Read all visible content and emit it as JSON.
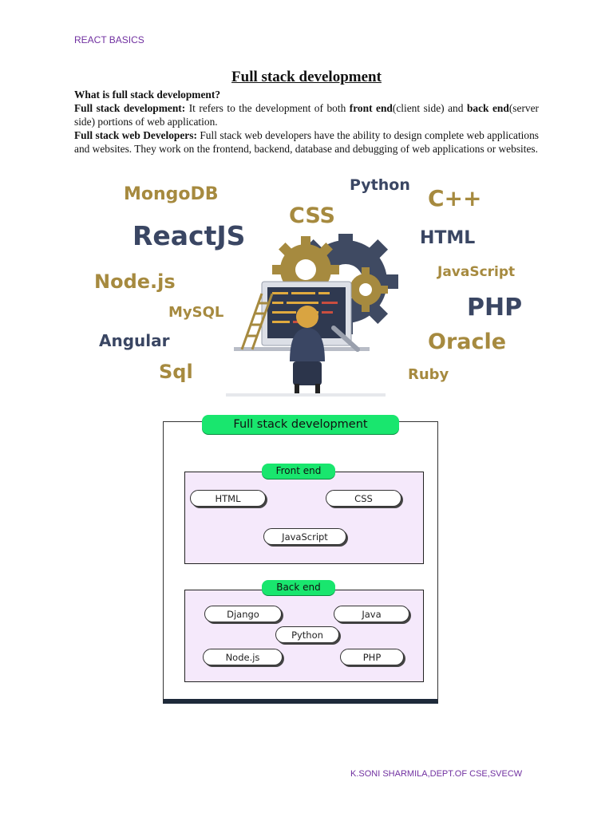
{
  "header": {
    "label": "REACT BASICS"
  },
  "title": "Full stack development",
  "intro": {
    "question": "What is full stack development?",
    "definition": {
      "term": "Full stack development:",
      "part1": " It refers to the development of both ",
      "front_end": "front end",
      "part2": "(client side) and ",
      "back_end": "back end",
      "part3": "(server side) portions of web application."
    },
    "developers": {
      "term": "Full stack web Developers:",
      "text": " Full stack web developers have the ability to design complete web applications and websites. They work on the frontend, backend, database and debugging of web applications or websites."
    }
  },
  "illustration": {
    "technologies": [
      {
        "label": "MongoDB",
        "tone": "gold"
      },
      {
        "label": "Python",
        "tone": "navy"
      },
      {
        "label": "C++",
        "tone": "gold"
      },
      {
        "label": "CSS",
        "tone": "gold"
      },
      {
        "label": "ReactJS",
        "tone": "navy"
      },
      {
        "label": "HTML",
        "tone": "navy"
      },
      {
        "label": "JavaScript",
        "tone": "gold"
      },
      {
        "label": "Node.js",
        "tone": "gold"
      },
      {
        "label": "MySQL",
        "tone": "gold"
      },
      {
        "label": "PHP",
        "tone": "navy"
      },
      {
        "label": "Angular",
        "tone": "navy"
      },
      {
        "label": "Oracle",
        "tone": "gold"
      },
      {
        "label": "Sql",
        "tone": "gold"
      },
      {
        "label": "Ruby",
        "tone": "gold"
      }
    ],
    "colors": {
      "gold": "#a68a3f",
      "navy": "#3a4663"
    }
  },
  "diagram": {
    "title": "Full stack development",
    "front_end": {
      "label": "Front end",
      "items": [
        "HTML",
        "CSS",
        "JavaScript"
      ]
    },
    "back_end": {
      "label": "Back end",
      "items": [
        "Django",
        "Java",
        "Python",
        "Node.js",
        "PHP"
      ]
    },
    "colors": {
      "pill": "#19e66e",
      "section_bg": "#f5e9fb"
    }
  },
  "footer": {
    "credit": "K.SONI SHARMILA,DEPT.OF CSE,SVECW"
  }
}
